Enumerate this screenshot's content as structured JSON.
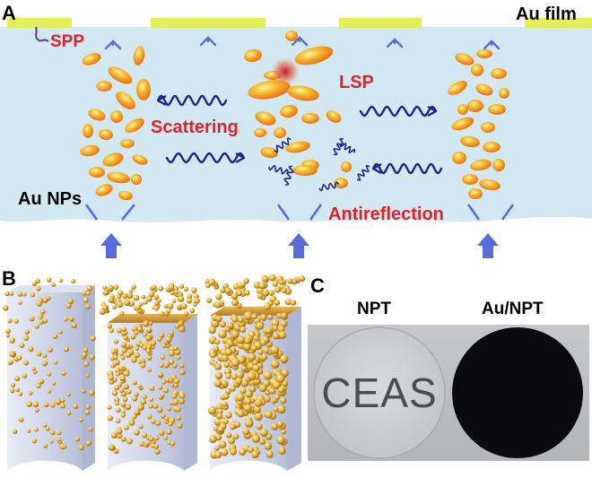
{
  "panel_a": {
    "letter": "A",
    "au_film_label": "Au film",
    "spp_label": "SPP",
    "lsp_label": "LSP",
    "scattering_label": "Scattering",
    "au_nps_label": "Au NPs",
    "antireflection_label": "Antireflection"
  },
  "panel_b": {
    "letter": "B"
  },
  "panel_c": {
    "letter": "C",
    "npt_label": "NPT",
    "au_npt_label": "Au/NPT",
    "sample_text": "CEAS"
  },
  "colors": {
    "film": "#e6ee55",
    "medium": "#d2e9f3",
    "arrow": "#5a6bdc",
    "wave": "#22228c",
    "label_red": "#e0202a",
    "particle": "#f5a21b"
  }
}
